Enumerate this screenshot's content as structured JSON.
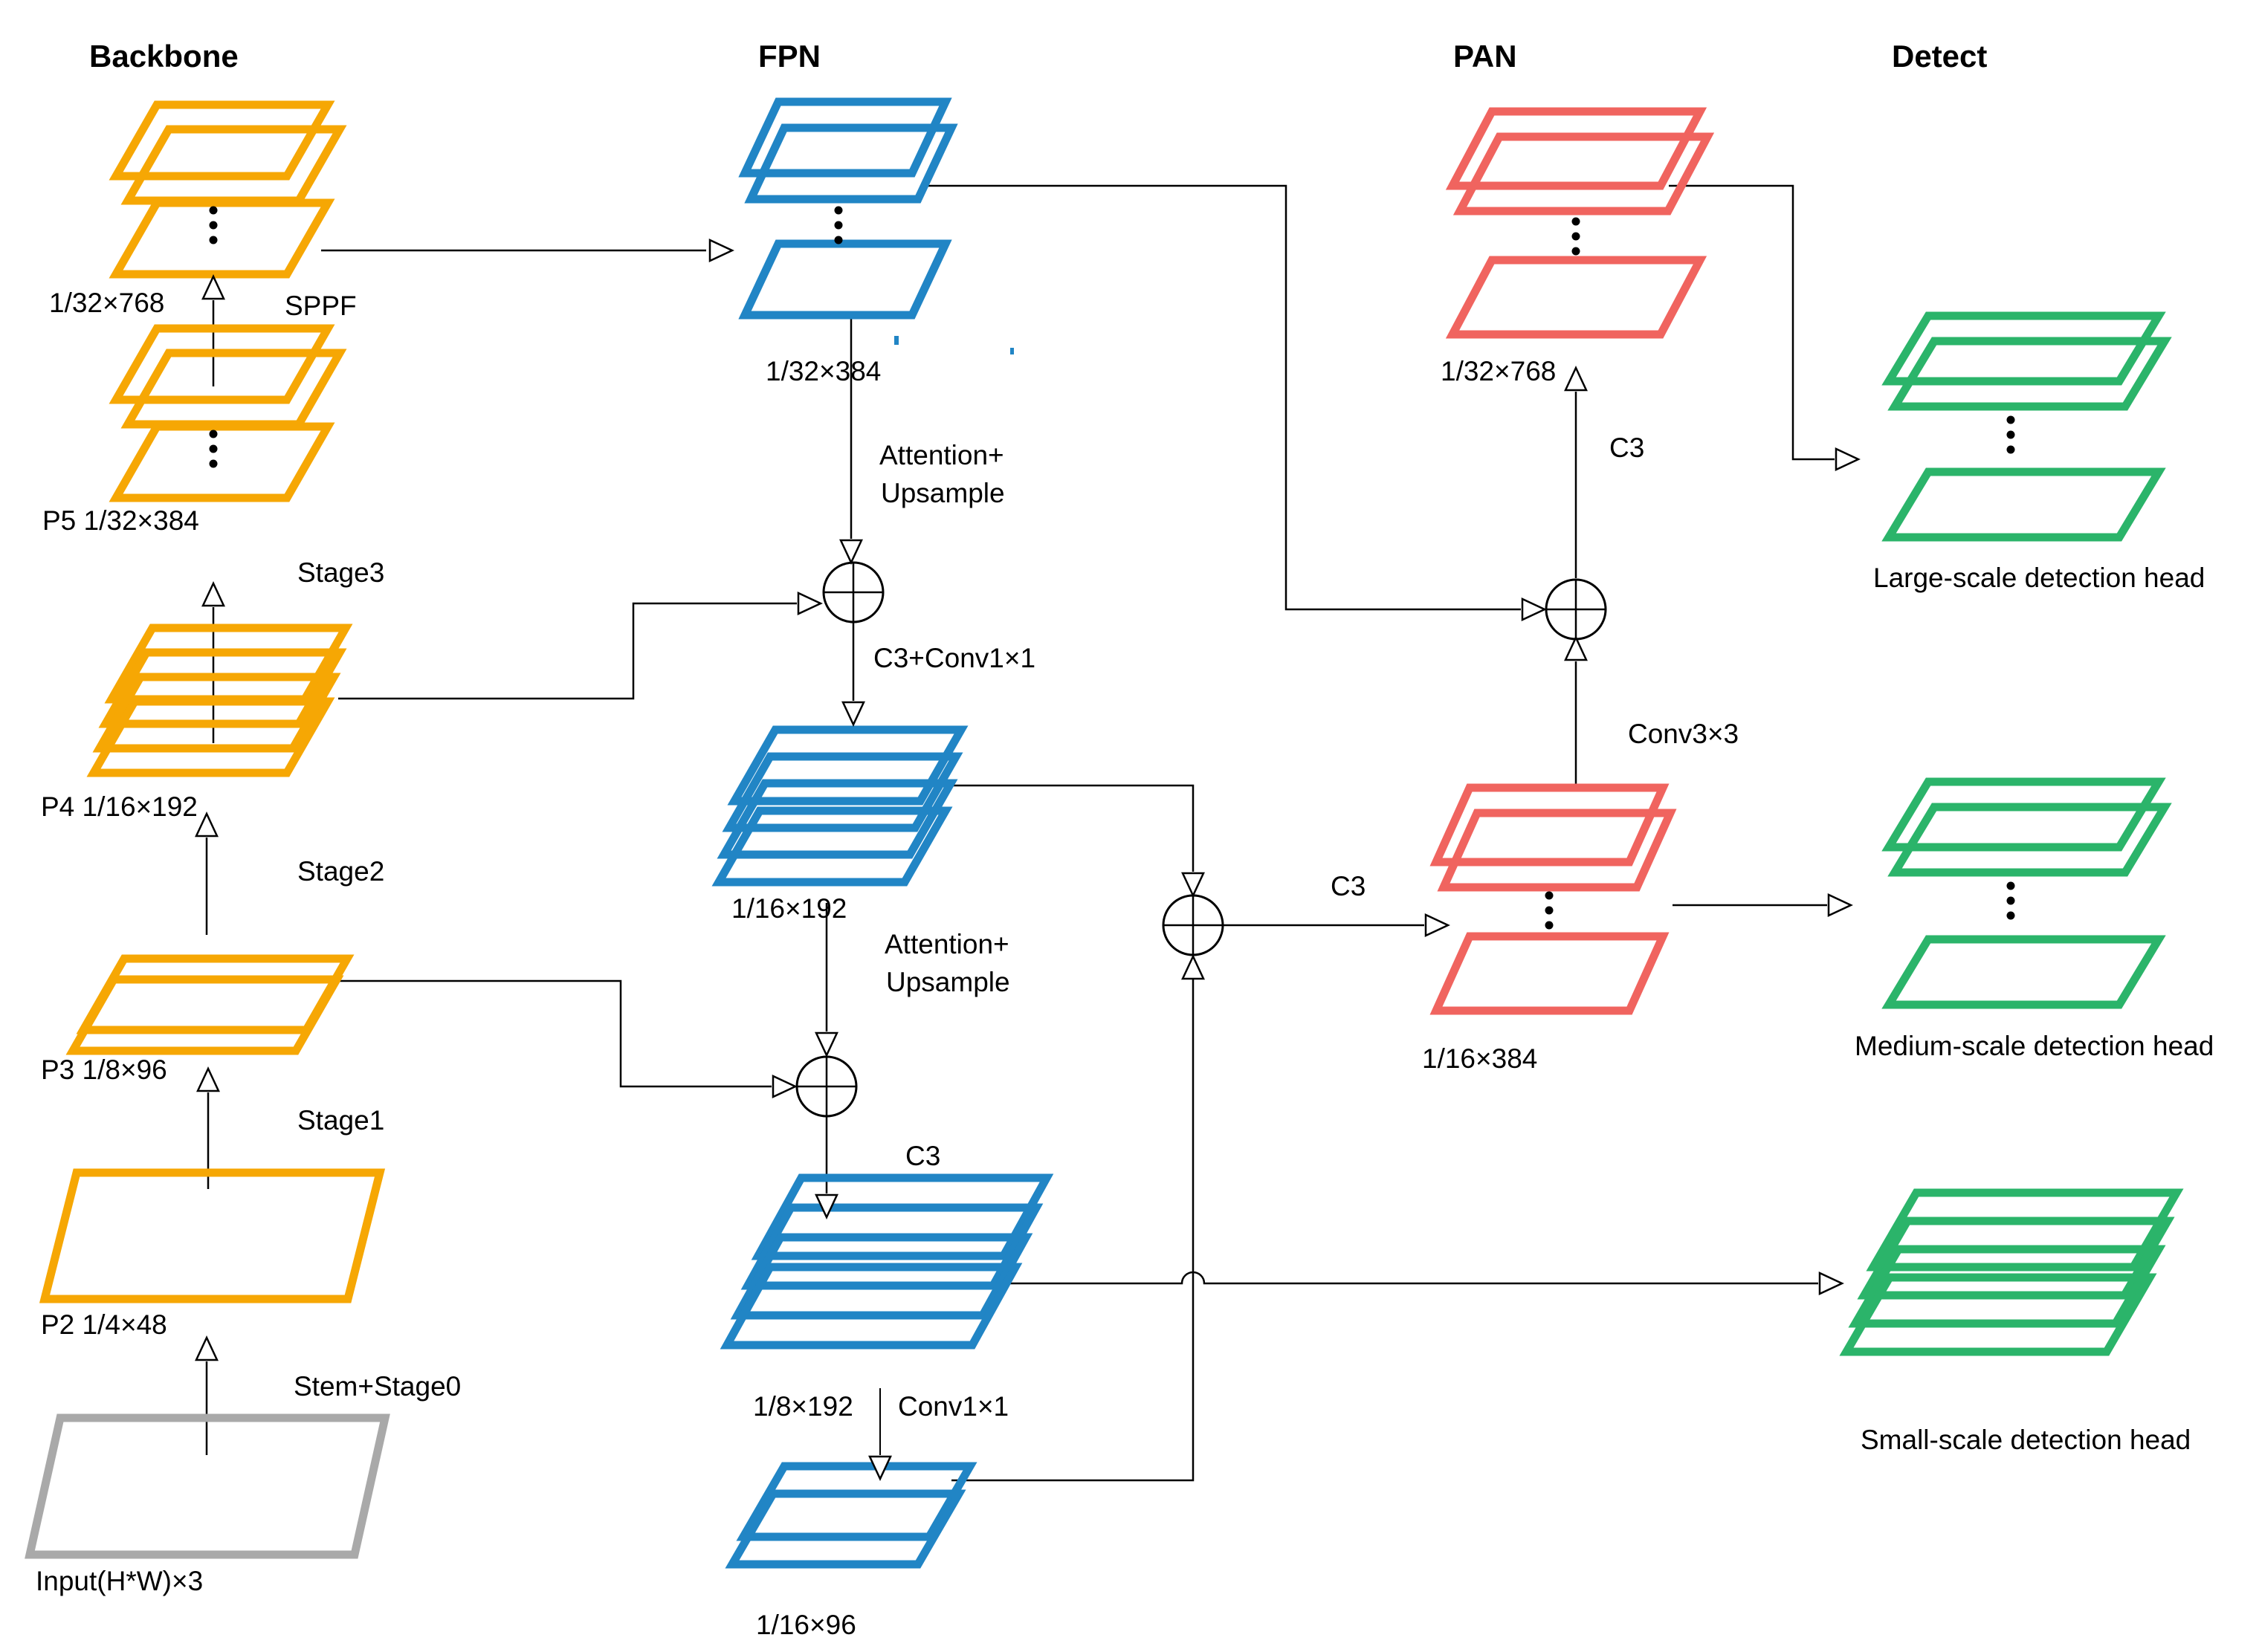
{
  "headers": {
    "backbone": "Backbone",
    "fpn": "FPN",
    "pan": "PAN",
    "detect": "Detect"
  },
  "backbone": {
    "out32": "1/32×768",
    "sppf": "SPPF",
    "p5": "P5 1/32×384",
    "stage3": "Stage3",
    "p4": "P4 1/16×192",
    "stage2": "Stage2",
    "p3": "P3 1/8×96",
    "stage1": "Stage1",
    "p2": "P2 1/4×48",
    "stem": "Stem+Stage0",
    "input": "Input(H*W)×3"
  },
  "fpn": {
    "out32": "1/32×384",
    "att1a": "Attention+",
    "att1b": "Upsample",
    "c3conv": "C3+Conv1×1",
    "out16": "1/16×192",
    "att2a": "Attention+",
    "att2b": "Upsample",
    "c3": "C3",
    "out8": "1/8×192",
    "conv1": "Conv1×1",
    "out16b": "1/16×96",
    "c3mid": "C3"
  },
  "pan": {
    "out32": "1/32×768",
    "c3": "C3",
    "conv3": "Conv3×3",
    "out16": "1/16×384"
  },
  "detect": {
    "large": "Large-scale detection head",
    "medium": "Medium-scale detection head",
    "small": "Small-scale detection head"
  },
  "colors": {
    "backbone": "#F6A704",
    "fpn": "#2185C5",
    "pan": "#F0645F",
    "detect": "#2BB46A",
    "input": "#A9A9A9",
    "line": "#000000",
    "text": "#000000",
    "background": "#FFFFFF"
  }
}
